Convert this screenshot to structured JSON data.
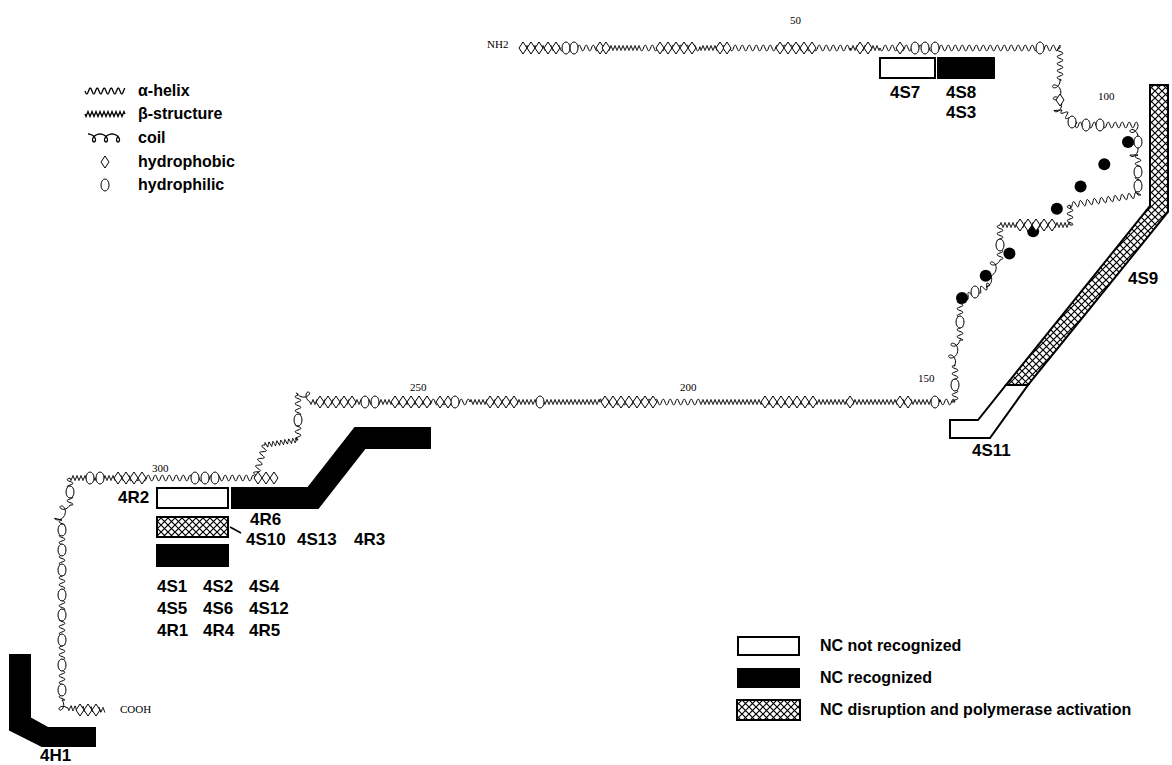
{
  "diagram": {
    "labels": [
      "NH2",
      "50",
      "100",
      "150",
      "200",
      "250",
      "300",
      "COOH",
      "4S7",
      "4S8",
      "4S3",
      "4S9",
      "4S11",
      "4R6",
      "4R2",
      "4S10",
      "4S13",
      "4R3",
      "4S1",
      "4S2",
      "4S4",
      "4S5",
      "4S6",
      "4S12",
      "4R1",
      "4R4",
      "4R5",
      "4H1"
    ],
    "legend": [
      {
        "text": "α-helix"
      },
      {
        "text": "β-structure"
      },
      {
        "text": "coil"
      },
      {
        "text": "hydrophobic"
      },
      {
        "text": "hydrophilic"
      },
      {
        "text": "NC not recognized",
        "color": "#ffffff"
      },
      {
        "text": "NC recognized",
        "color": "#000000"
      },
      {
        "text": "NC disruption and polymerase activation"
      }
    ]
  }
}
